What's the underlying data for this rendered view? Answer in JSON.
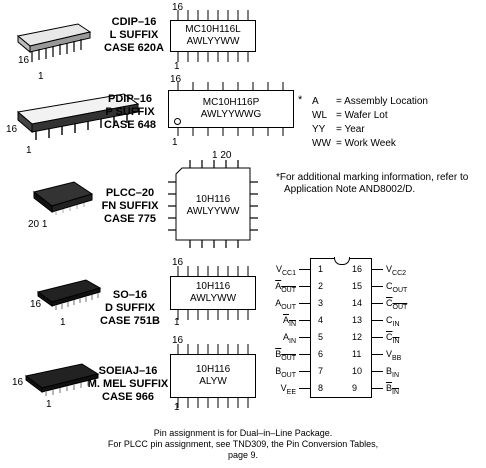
{
  "packages": [
    {
      "id": "cdip",
      "line1": "CDIP–16",
      "line2": "L SUFFIX",
      "line3": "CASE 620A",
      "pin_top": "16",
      "pin_bottom": "1",
      "marking1": "MC10H116L",
      "marking2": "AWLYYWW",
      "photo_pin_left": "16",
      "photo_pin_bottom": "1"
    },
    {
      "id": "pdip",
      "line1": "PDIP–16",
      "line2": "P SUFFIX",
      "line3": "CASE 648",
      "pin_top": "16",
      "pin_bottom": "1",
      "marking1": "MC10H116P",
      "marking2": "AWLYYWWG",
      "photo_pin_left": "16",
      "photo_pin_bottom": "1",
      "asterisk": "*"
    },
    {
      "id": "plcc",
      "line1": "PLCC–20",
      "line2": "FN SUFFIX",
      "line3": "CASE 775",
      "pin_top": "1 20",
      "marking1": "10H116",
      "marking2": "AWLYYWW",
      "photo_pin_left": "20 1"
    },
    {
      "id": "so",
      "line1": "SO–16",
      "line2": "D SUFFIX",
      "line3": "CASE 751B",
      "pin_top": "16",
      "pin_bottom": "1",
      "marking1": "10H116",
      "marking2": "AWLYWW",
      "photo_pin_left": "16",
      "photo_pin_bottom": "1"
    },
    {
      "id": "soeiaj",
      "line1": "SOEIAJ–16",
      "line2": "M. MEL SUFFIX",
      "line3": "CASE 966",
      "pin_top": "16",
      "pin_bottom": "1",
      "marking1": "10H116",
      "marking2": "ALYW",
      "photo_pin_left": "16",
      "photo_pin_bottom": "1"
    }
  ],
  "legend": [
    {
      "code": "A",
      "desc": "= Assembly Location"
    },
    {
      "code": "WL",
      "desc": "= Wafer Lot"
    },
    {
      "code": "YY",
      "desc": "= Year"
    },
    {
      "code": "WW",
      "desc": "= Work Week"
    }
  ],
  "legend_asterisk": "*",
  "note_line1": "*For additional marking information, refer to",
  "note_line2": "Application Note AND8002/D.",
  "pinout": {
    "left": [
      {
        "num": "1",
        "name": "V",
        "sub": "CC1",
        "bar": false
      },
      {
        "num": "2",
        "name": "A",
        "sub": "OUT",
        "bar": true
      },
      {
        "num": "3",
        "name": "A",
        "sub": "OUT",
        "bar": false
      },
      {
        "num": "4",
        "name": "A",
        "sub": "IN",
        "bar": true
      },
      {
        "num": "5",
        "name": "A",
        "sub": "IN",
        "bar": false
      },
      {
        "num": "6",
        "name": "B",
        "sub": "OUT",
        "bar": true
      },
      {
        "num": "7",
        "name": "B",
        "sub": "OUT",
        "bar": false
      },
      {
        "num": "8",
        "name": "V",
        "sub": "EE",
        "bar": false
      }
    ],
    "right": [
      {
        "num": "16",
        "name": "V",
        "sub": "CC2",
        "bar": false
      },
      {
        "num": "15",
        "name": "C",
        "sub": "OUT",
        "bar": false
      },
      {
        "num": "14",
        "name": "C",
        "sub": "OUT",
        "bar": true
      },
      {
        "num": "13",
        "name": "C",
        "sub": "IN",
        "bar": false
      },
      {
        "num": "12",
        "name": "C",
        "sub": "IN",
        "bar": true
      },
      {
        "num": "11",
        "name": "V",
        "sub": "BB",
        "bar": false
      },
      {
        "num": "10",
        "name": "B",
        "sub": "IN",
        "bar": false
      },
      {
        "num": "9",
        "name": "B",
        "sub": "IN",
        "bar": true
      }
    ]
  },
  "footer_line1": "Pin assignment is for Dual–in–Line Package.",
  "footer_line2": "For PLCC pin assignment, see TND309, the Pin Conversion Tables,",
  "footer_line3": "page 9."
}
